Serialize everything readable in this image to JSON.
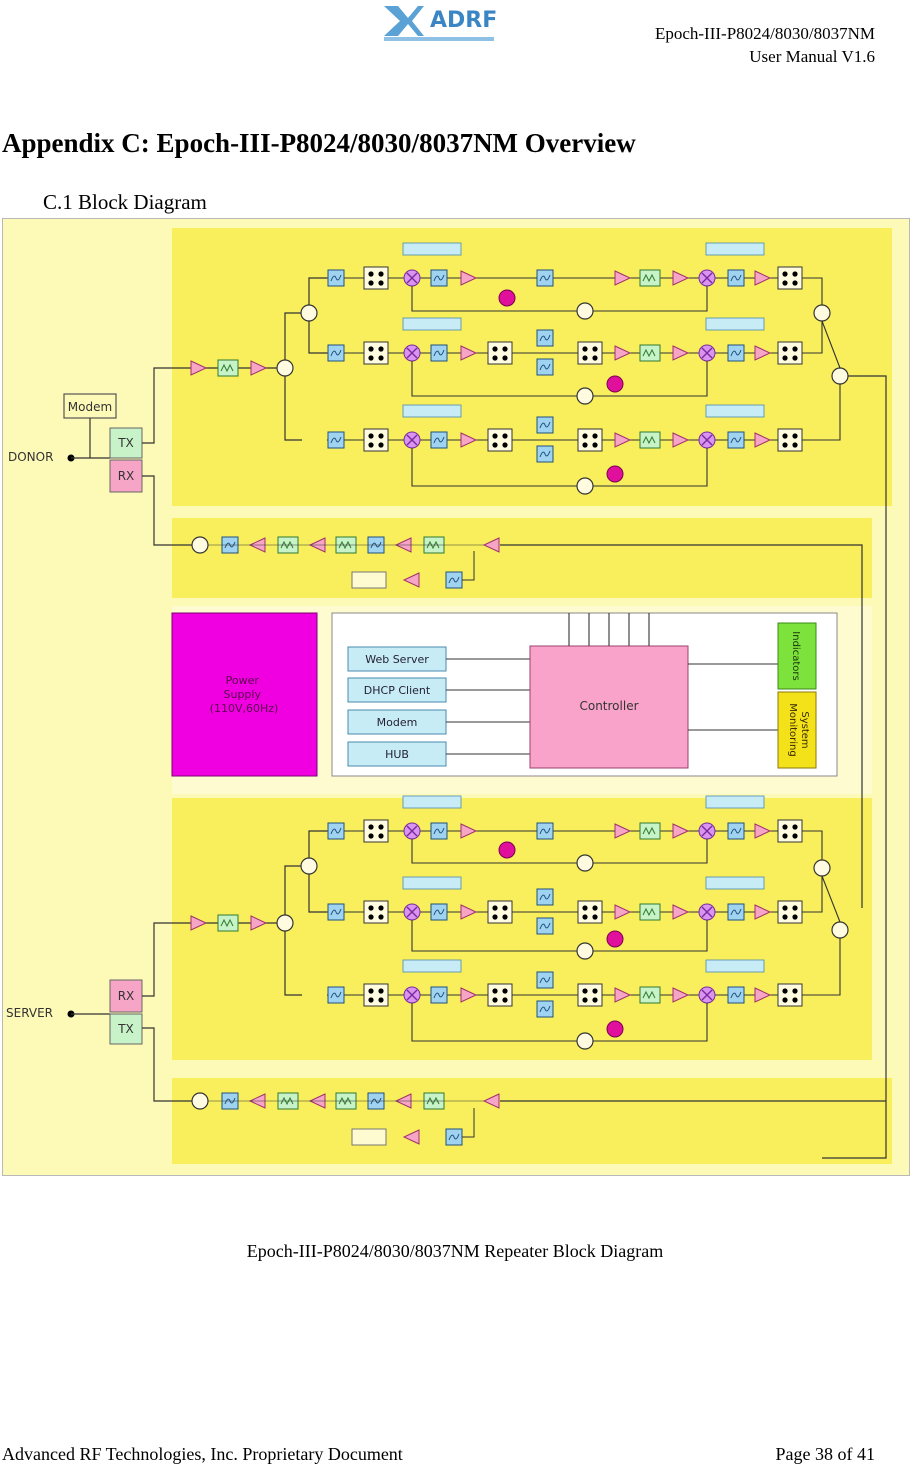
{
  "logo": {
    "name": "ADRF"
  },
  "header": {
    "line1": "Epoch-III-P8024/8030/8037NM",
    "line2": "User Manual V1.6"
  },
  "heading": "Appendix C: Epoch-III-P8024/8030/8037NM Overview",
  "subheading": "C.1 Block Diagram",
  "diagram": {
    "ports": {
      "donor": "DONOR",
      "server": "SERVER"
    },
    "modem_top": "Modem",
    "tx": "TX",
    "rx": "RX",
    "power_supply": [
      "Power",
      "Supply",
      "(110V,60Hz)"
    ],
    "lan_blocks": [
      "Web Server",
      "DHCP Client",
      "Modem",
      "HUB"
    ],
    "controller": "Controller",
    "indicators": "Indicators",
    "monitoring": [
      "Monitoring",
      "System"
    ]
  },
  "caption": "Epoch-III-P8024/8030/8037NM Repeater Block Diagram",
  "footer": {
    "left": "Advanced RF Technologies, Inc. Proprietary Document",
    "right": "Page 38 of 41"
  },
  "colors": {
    "frame": "#fdfab8",
    "band": "#f9ef5c",
    "filter": "#9fd3f0",
    "tx": "#c8f3c8",
    "rx": "#f7a5c7",
    "power": "#f000e0",
    "controller": "#f9a3cb",
    "indicators": "#7ee23c",
    "monitoring": "#f3e21a",
    "mixer": "#d994f2",
    "osc": "#e0109c"
  }
}
